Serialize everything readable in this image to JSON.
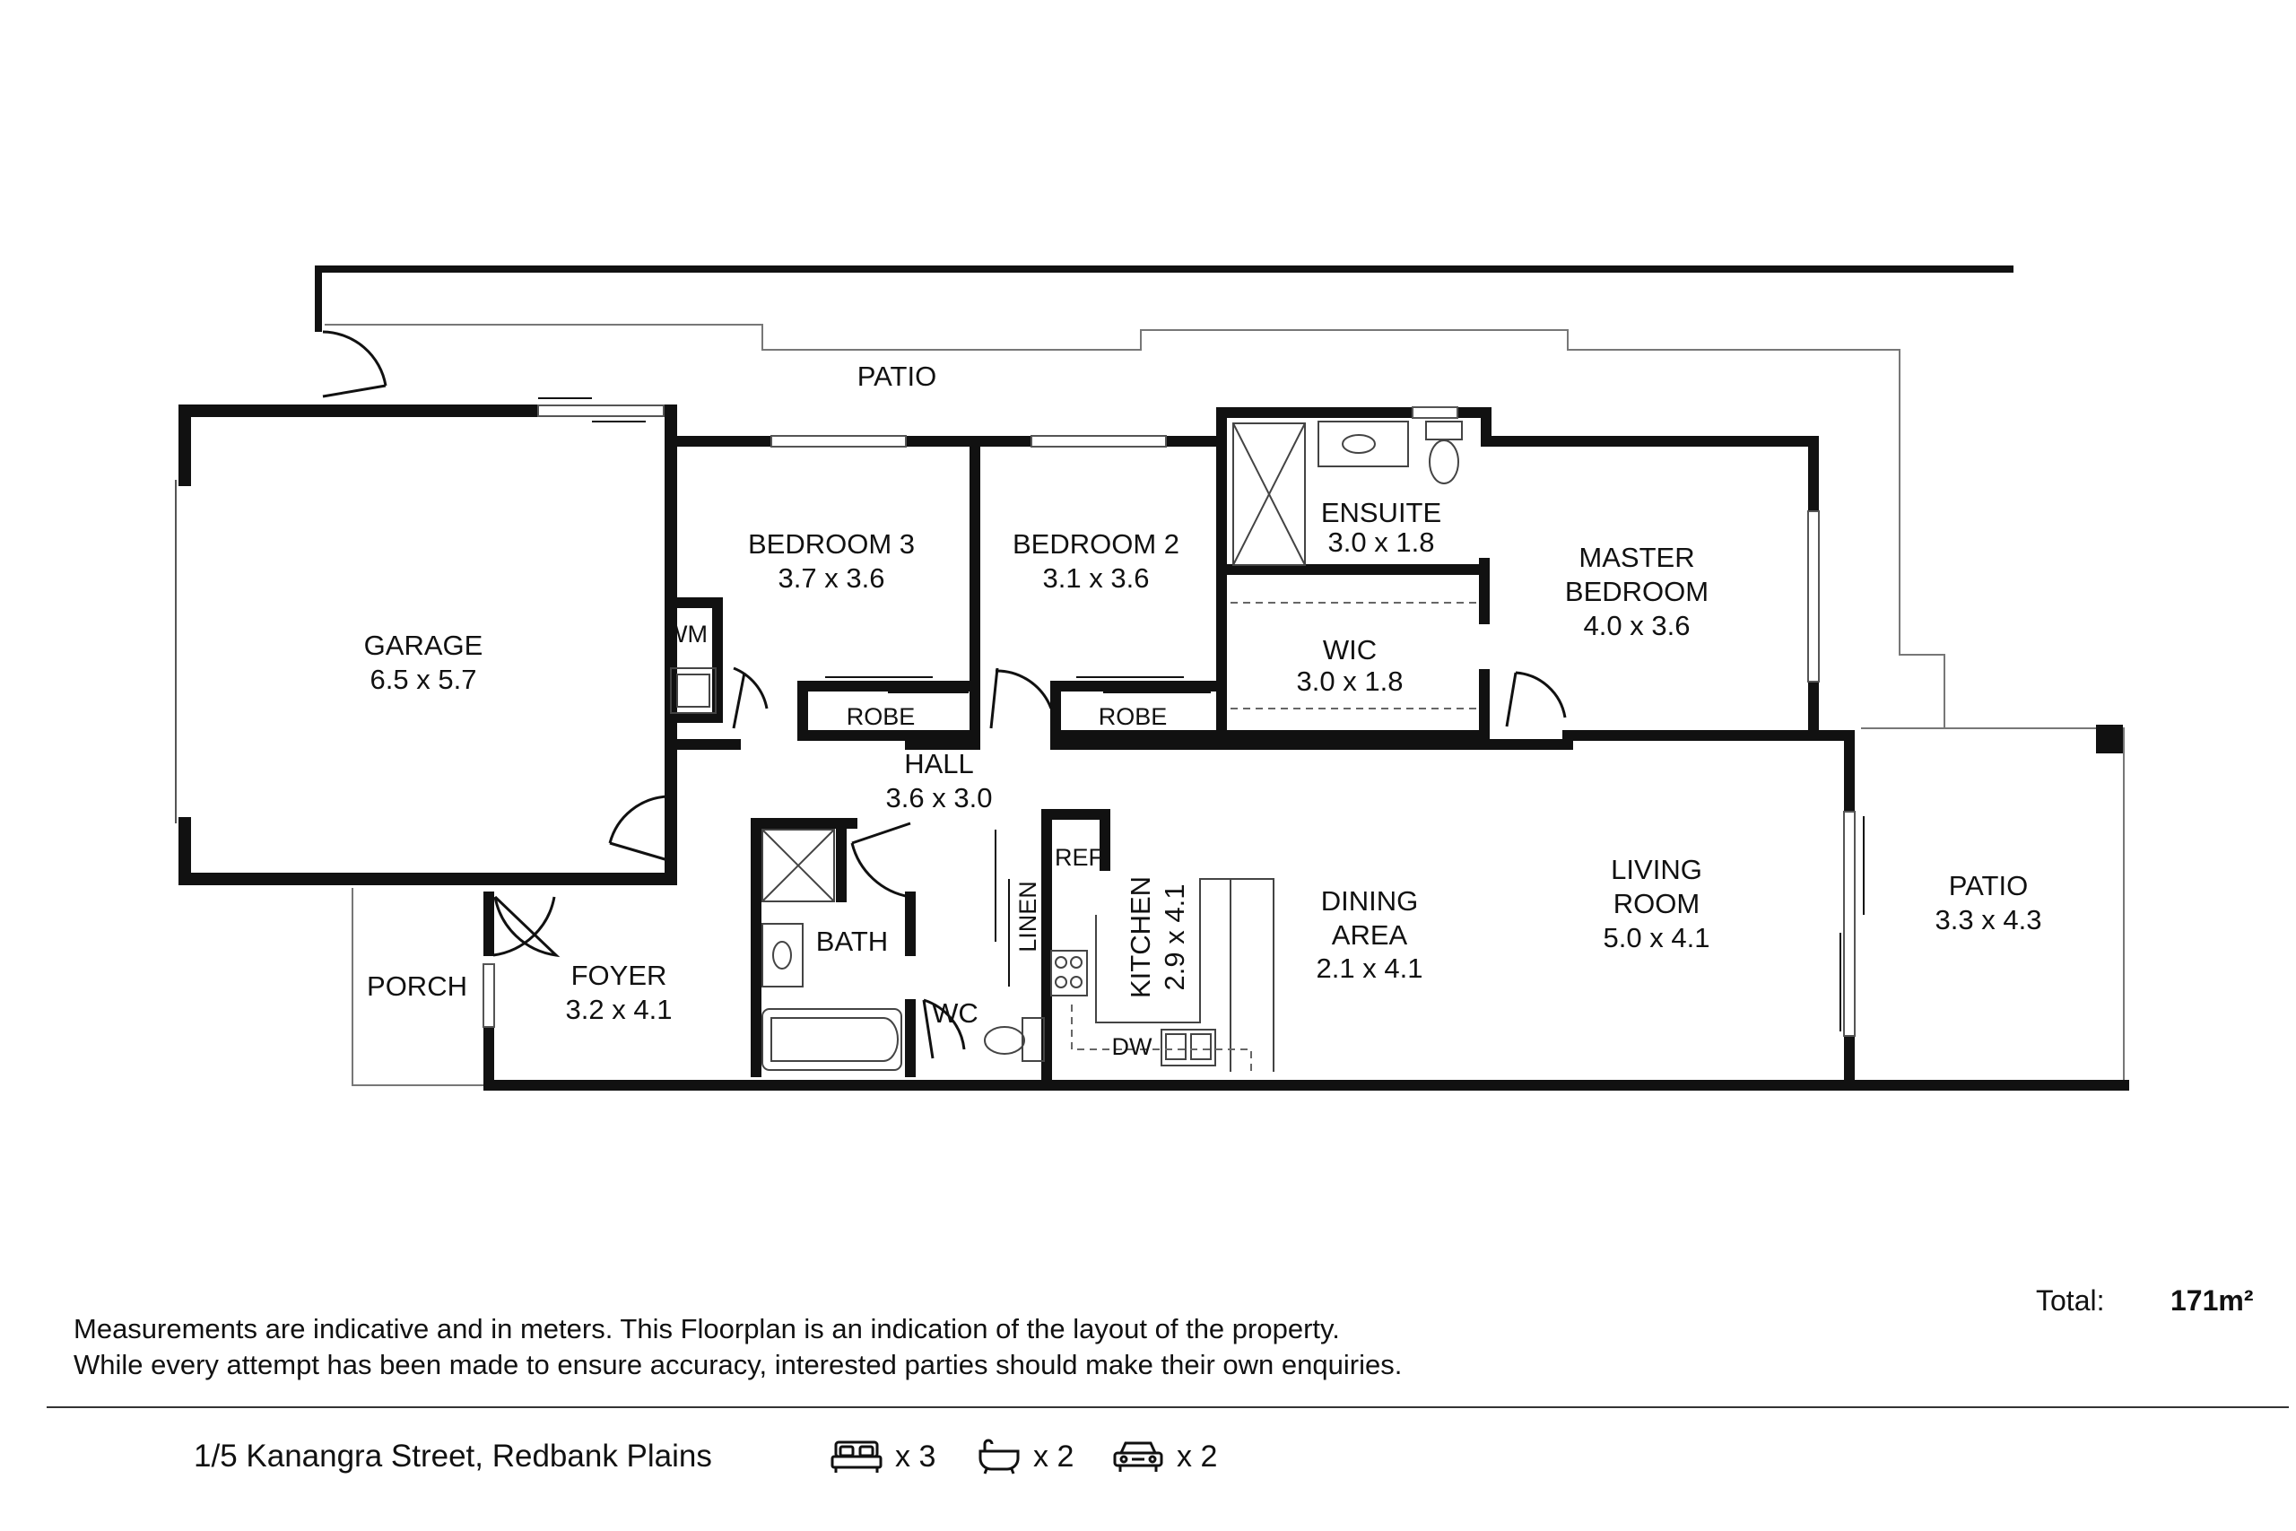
{
  "rooms": {
    "patio_top": {
      "name": "PATIO"
    },
    "garage": {
      "name": "GARAGE",
      "dims": "6.5 x 5.7"
    },
    "bedroom3": {
      "name": "BEDROOM 3",
      "dims": "3.7 x 3.6"
    },
    "bedroom2": {
      "name": "BEDROOM 2",
      "dims": "3.1 x 3.6"
    },
    "ensuite": {
      "name": "ENSUITE",
      "dims": "3.0 x 1.8"
    },
    "master": {
      "name1": "MASTER",
      "name2": "BEDROOM",
      "dims": "4.0 x 3.6"
    },
    "wic": {
      "name": "WIC",
      "dims": "3.0 x 1.8"
    },
    "wm": {
      "name": "WM"
    },
    "robe3": {
      "name": "ROBE"
    },
    "robe2": {
      "name": "ROBE"
    },
    "hall": {
      "name": "HALL",
      "dims": "3.6 x 3.0"
    },
    "bath": {
      "name": "BATH"
    },
    "linen": {
      "name": "LINEN"
    },
    "ref": {
      "name": "REF"
    },
    "kitchen": {
      "name": "KITCHEN",
      "dims": "2.9 x 4.1"
    },
    "dining": {
      "name1": "DINING",
      "name2": "AREA",
      "dims": "2.1 x 4.1"
    },
    "living": {
      "name1": "LIVING",
      "name2": "ROOM",
      "dims": "5.0 x 4.1"
    },
    "patio_side": {
      "name": "PATIO",
      "dims": "3.3 x 4.3"
    },
    "porch": {
      "name": "PORCH"
    },
    "foyer": {
      "name": "FOYER",
      "dims": "3.2 x 4.1"
    },
    "wc": {
      "name": "WC"
    },
    "dw": {
      "name": "DW"
    }
  },
  "footer": {
    "disclaimer_line1": "Measurements are indicative and in meters. This Floorplan is an indication of the layout of the property.",
    "disclaimer_line2": "While every attempt has been made to ensure accuracy, interested parties should make their own enquiries.",
    "total_label": "Total:",
    "total_value": "171m²",
    "address": "1/5 Kanangra Street, Redbank Plains",
    "bedrooms": "x 3",
    "bathrooms": "x 2",
    "cars": "x 2"
  },
  "icons": [
    "bed-icon",
    "bath-icon",
    "car-icon"
  ],
  "colors": {
    "wall": "#111111",
    "line": "#555555"
  }
}
